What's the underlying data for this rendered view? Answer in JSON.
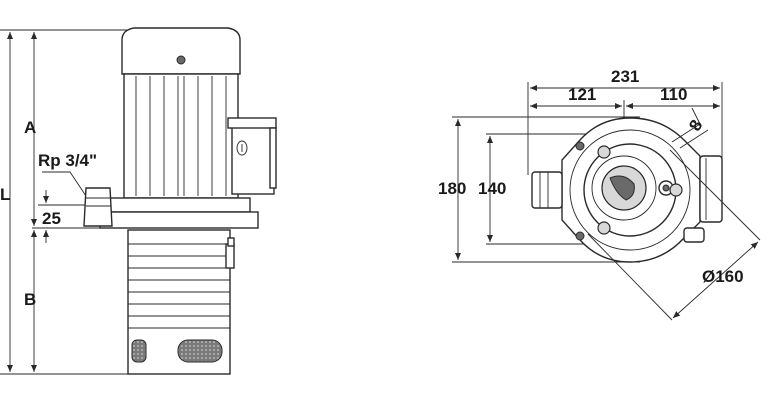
{
  "side_view": {
    "label_A": "A",
    "label_L": "L",
    "label_B": "B",
    "label_rp": "Rp 3/4\"",
    "label_25": "25"
  },
  "top_view": {
    "dim_231": "231",
    "dim_121": "121",
    "dim_110": "110",
    "dim_8": "8",
    "dim_180": "180",
    "dim_140": "140",
    "dim_160": "Ø160"
  }
}
